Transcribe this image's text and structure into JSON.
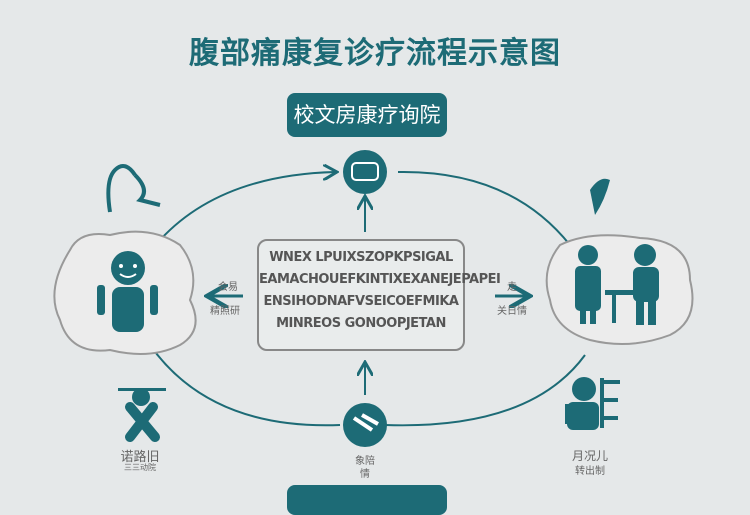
{
  "title": "腹部痛康复诊疗流程示意图",
  "top_box": "校文房康疗询院",
  "center_lines": [
    "WNEX LPUIXSZOPKPSIGAL",
    "EAMACHOUEFKINTIXEXANEJEPAPEI",
    "ENSIHODNAFVSEICOEFMIKA",
    "MINREOS GONOOPJETAN"
  ],
  "left_arrow_label": {
    "top": "会易",
    "bottom": "精照研"
  },
  "right_arrow_label": {
    "top": "走",
    "bottom": "关日情"
  },
  "bottom_left_caption": {
    "line1": "诺路旧",
    "line2": "三三动院"
  },
  "bottom_center_caption": {
    "line1": "象陪",
    "line2": "情"
  },
  "bottom_right_caption": {
    "line1": "月况儿",
    "line2": "转出制"
  },
  "colors": {
    "teal": "#1d6b76",
    "background": "#e5e8e9",
    "gray": "#888888"
  }
}
